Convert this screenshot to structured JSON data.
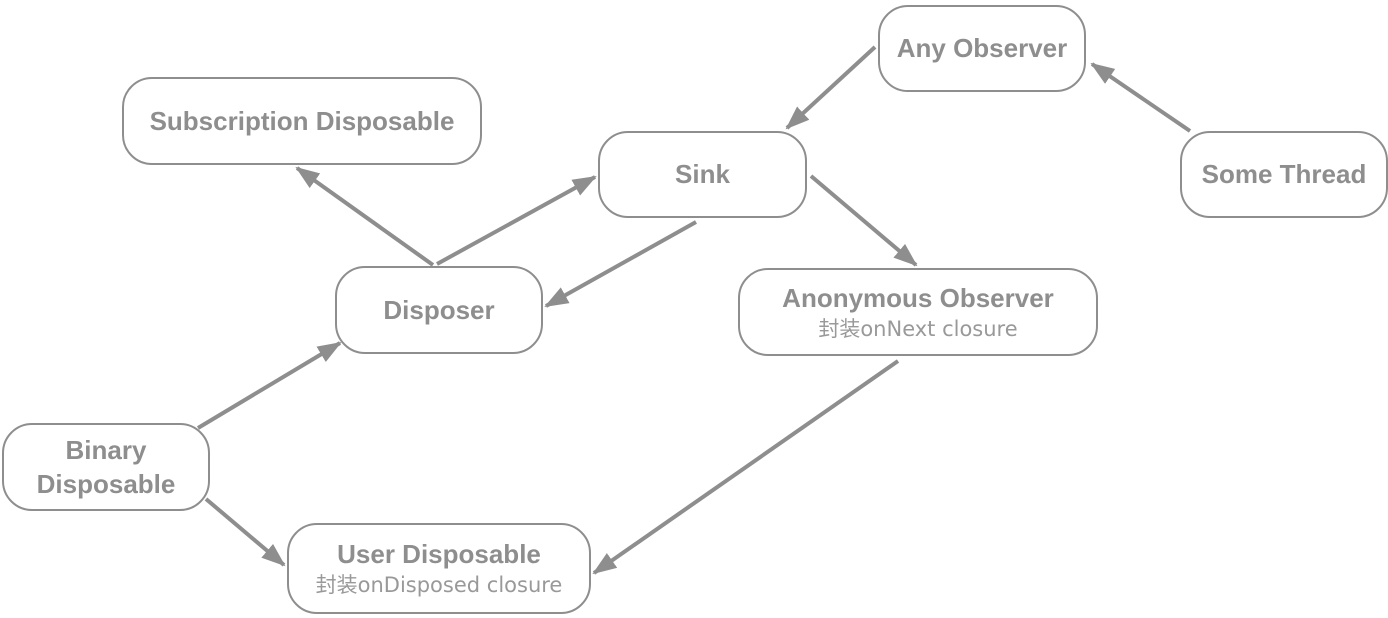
{
  "nodes": {
    "any_observer": {
      "title": "Any Observer"
    },
    "subscription_disposable": {
      "title": "Subscription Disposable"
    },
    "sink": {
      "title": "Sink"
    },
    "some_thread": {
      "title": "Some Thread"
    },
    "disposer": {
      "title": "Disposer"
    },
    "anonymous_observer": {
      "title": "Anonymous Observer",
      "subtitle": "封装onNext closure"
    },
    "binary_disposable": {
      "title_line1": "Binary",
      "title_line2": "Disposable"
    },
    "user_disposable": {
      "title": "User Disposable",
      "subtitle": "封装onDisposed closure"
    }
  },
  "edges": [
    {
      "from": "Any Observer",
      "to": "Sink"
    },
    {
      "from": "Some Thread",
      "to": "Any Observer"
    },
    {
      "from": "Disposer",
      "to": "Subscription Disposable"
    },
    {
      "from": "Disposer",
      "to": "Sink"
    },
    {
      "from": "Sink",
      "to": "Disposer"
    },
    {
      "from": "Sink",
      "to": "Anonymous Observer"
    },
    {
      "from": "Anonymous Observer",
      "to": "User Disposable"
    },
    {
      "from": "Binary Disposable",
      "to": "Disposer"
    },
    {
      "from": "Binary Disposable",
      "to": "User Disposable"
    }
  ],
  "colors": {
    "stroke": "#8e8e8e",
    "text": "#8e8e8e",
    "subtext": "#999999",
    "background": "#ffffff"
  }
}
